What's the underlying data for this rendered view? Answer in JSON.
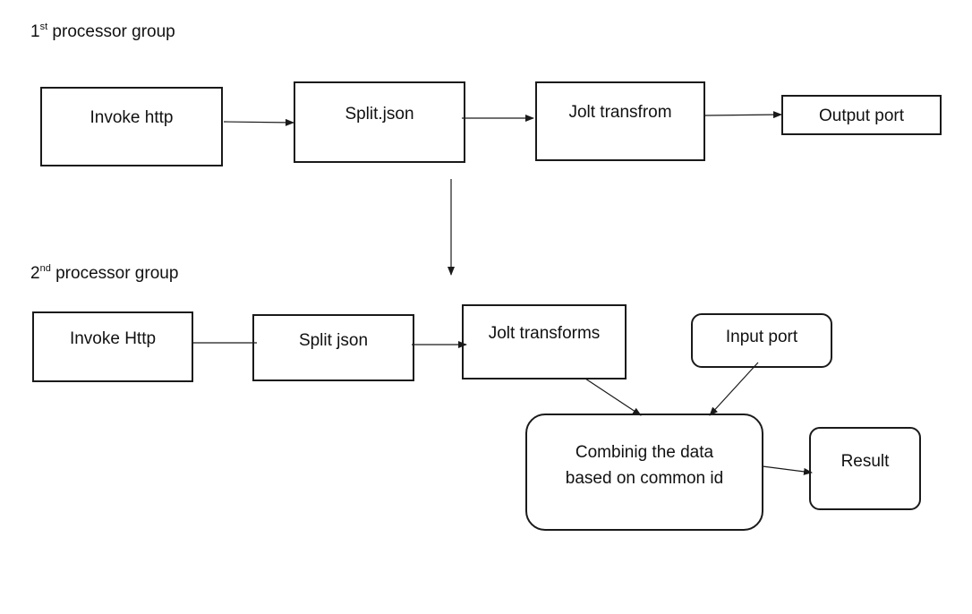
{
  "groups": {
    "first": {
      "num": "1",
      "suffix": "st",
      "label": "processor group"
    },
    "second": {
      "num": "2",
      "suffix": "nd",
      "label": "processor group"
    }
  },
  "nodes": {
    "g1_invoke_http": "Invoke http",
    "g1_split_json": "Split.json",
    "g1_jolt_transform": "Jolt transfrom",
    "g1_output_port": "Output port",
    "g2_invoke_http": "Invoke Http",
    "g2_split_json": "Split json",
    "g2_jolt_transforms": "Jolt transforms",
    "g2_input_port": "Input port",
    "g2_combine_line1": "Combinig the data",
    "g2_combine_line2": "based on common id",
    "g2_result": "Result"
  },
  "edges": [
    {
      "from": "g1_invoke_http",
      "to": "g1_split_json",
      "arrow": true
    },
    {
      "from": "g1_split_json",
      "to": "g1_jolt_transform",
      "arrow": true
    },
    {
      "from": "g1_jolt_transform",
      "to": "g1_output_port",
      "arrow": true
    },
    {
      "from": "group_1",
      "to": "group_2",
      "arrow": true
    },
    {
      "from": "g2_invoke_http",
      "to": "g2_split_json",
      "arrow": false
    },
    {
      "from": "g2_split_json",
      "to": "g2_jolt_transforms",
      "arrow": true
    },
    {
      "from": "g2_jolt_transforms",
      "to": "g2_combine",
      "arrow": true
    },
    {
      "from": "g2_input_port",
      "to": "g2_combine",
      "arrow": true
    },
    {
      "from": "g2_combine",
      "to": "g2_result",
      "arrow": true
    }
  ],
  "colors": {
    "stroke": "#1a1a1a",
    "background": "#ffffff"
  }
}
